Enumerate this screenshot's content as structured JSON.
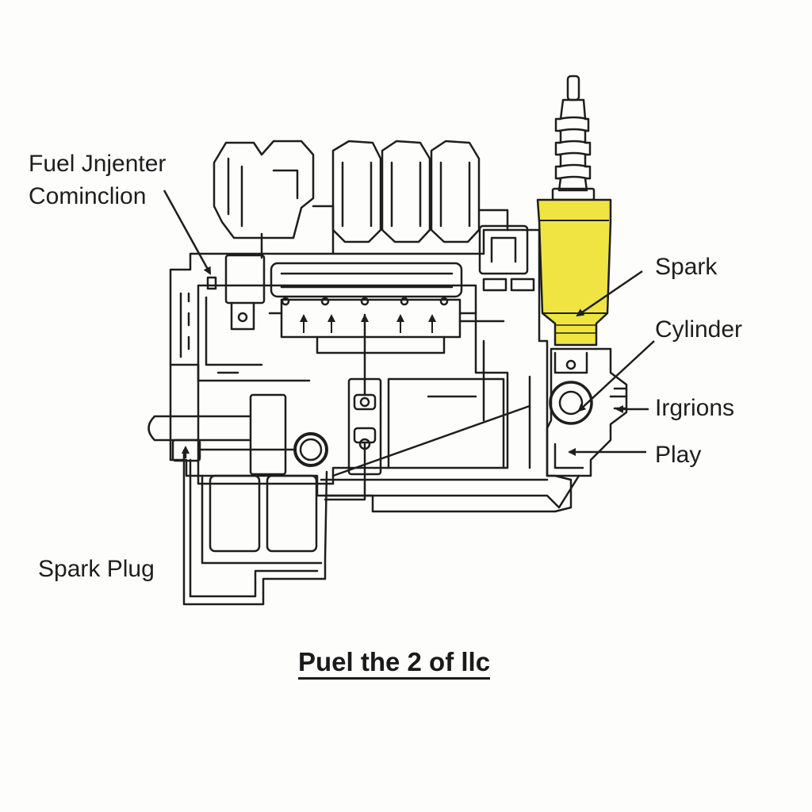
{
  "labels": {
    "fuel_injector": "Fuel Jnjenter",
    "combustion": "Cominclion",
    "spark": "Spark",
    "cylinder": "Cylinder",
    "ignitions": "Irgrions",
    "play": "Play",
    "spark_plug": "Spark Plug"
  },
  "caption": "Puel the 2 of llc",
  "colors": {
    "line": "#1e1e1e",
    "highlight": "#f0e442",
    "background": "#fdfdfc"
  }
}
